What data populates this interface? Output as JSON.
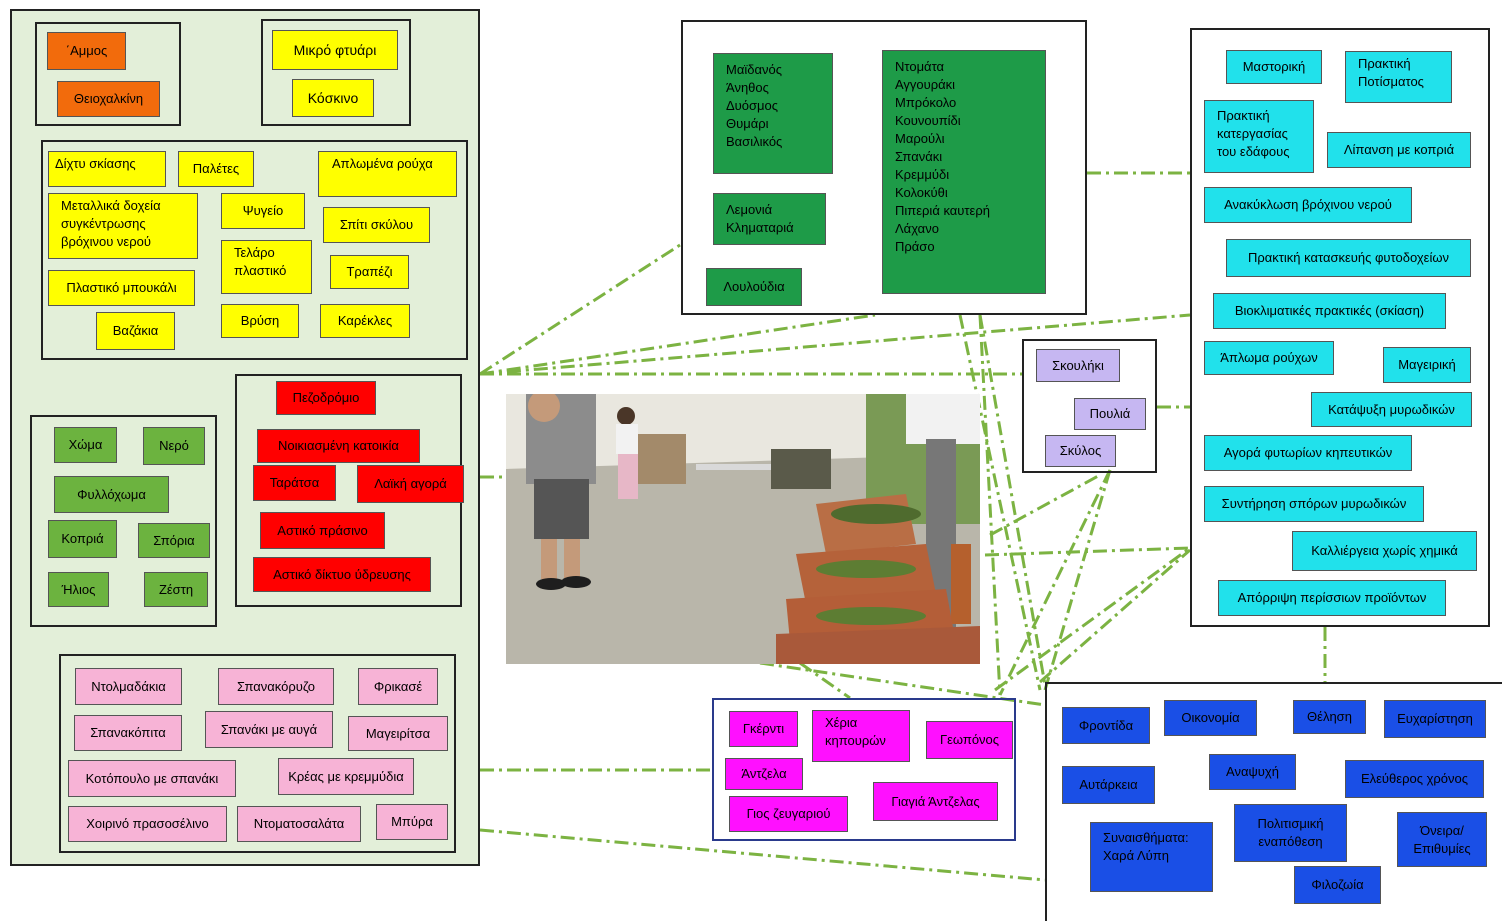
{
  "colors": {
    "connector": "#7cb342",
    "left_panel_bg": "#e3efd9",
    "tools": "#f26b0c",
    "objects": "#ffff00",
    "places": "#ff0000",
    "nature": "#6cb33f",
    "dishes": "#f7b3d6",
    "plants": "#1e9b48",
    "practices": "#21e1eb",
    "animals": "#c6b7f2",
    "people": "#ff10ff",
    "values": "#1a4fe6"
  },
  "tools_a": [
    "΄Αμμος",
    "Θειοχαλκίνη"
  ],
  "tools_b": [
    "Μικρό φτυάρι",
    "Κόσκινο"
  ],
  "objects": [
    "Δίχτυ σκίασης",
    "Παλέτες",
    "Απλωμένα ρούχα",
    "Μεταλλικά δοχεία συγκέντρωσης βρόχινου νερού",
    "Ψυγείο",
    "Σπίτι σκύλου",
    "Τελάρο πλαστικό",
    "Τραπέζι",
    "Πλαστικό μπουκάλι",
    "Βρύση",
    "Καρέκλες",
    "Βαζάκια"
  ],
  "nature": [
    "Χώμα",
    "Νερό",
    "Φυλλόχωμα",
    "Κοπριά",
    "Σπόρια",
    "Ήλιος",
    "Ζέστη"
  ],
  "places": [
    "Πεζοδρόμιο",
    "Νοικιασμένη κατοικία",
    "Ταράτσα",
    "Λαϊκή αγορά",
    "Αστικό πράσινο",
    "Αστικό δίκτυο ύδρευσης"
  ],
  "dishes": [
    "Ντολμαδάκια",
    "Σπανακόρυζο",
    "Φρικασέ",
    "Σπανακόπιτα",
    "Σπανάκι με αυγά",
    "Μαγειρίτσα",
    "Κοτόπουλο με σπανάκι",
    "Κρέας με κρεμμύδια",
    "Χοιρινό πρασοσέλινο",
    "Ντοματοσαλάτα",
    "Μπύρα"
  ],
  "plants": {
    "herbs": [
      "Μαϊδανός",
      "Άνηθος",
      "Δυόσμος",
      "Θυμάρι",
      "Βασιλικός"
    ],
    "trees": [
      "Λεμονιά",
      "Κληματαριά"
    ],
    "flowers": [
      "Λουλούδια"
    ],
    "vegetables": [
      "Ντομάτα",
      "Αγγουράκι",
      "Μπρόκολο",
      "Κουνουπίδι",
      "Μαρούλι",
      "Σπανάκι",
      "Κρεμμύδι",
      "Κολοκύθι",
      "Πιπεριά καυτερή",
      "Λάχανο",
      "Πράσο"
    ]
  },
  "animals": [
    "Σκουλήκι",
    "Πουλιά",
    "Σκύλος"
  ],
  "practices": [
    "Μαστορική",
    "Πρακτική Ποτίσματος",
    "Πρακτική κατεργασίας του εδάφους",
    "Λίπανση με κοπριά",
    "Ανακύκλωση βρόχινου νερού",
    "Πρακτική κατασκευής φυτοδοχείων",
    "Βιοκλιματικές πρακτικές (σκίαση)",
    "Άπλωμα ρούχων",
    "Μαγειρική",
    "Κατάψυξη μυρωδικών",
    "Αγορά φυτωρίων κηπευτικών",
    "Συντήρηση σπόρων μυρωδικών",
    "Καλλιέργεια χωρίς χημικά",
    "Απόρριψη περίσσιων προϊόντων"
  ],
  "people": [
    "Γκέρντι",
    "Χέρια κηπουρών",
    "Γεωπόνος",
    "Άντζελα",
    "Γιος ζευγαριού",
    "Γιαγιά Άντζελας"
  ],
  "values": [
    "Φροντίδα",
    "Οικονομία",
    "Θέληση",
    "Ευχαρίστηση",
    "Αυτάρκεια",
    "Αναψυχή",
    "Ελεύθερος χρόνος",
    "Συναισθήματα: Χαρά Λύπη",
    "Πολιτισμική εναπόθεση",
    "Όνειρα/ Επιθυμίες",
    "Φιλοζωία"
  ]
}
